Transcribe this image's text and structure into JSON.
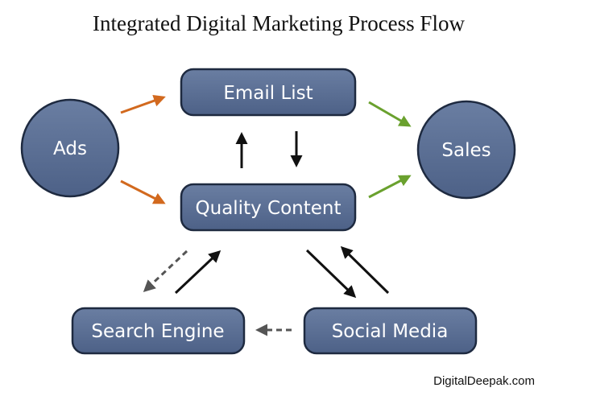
{
  "title": "Integrated Digital Marketing Process Flow",
  "credit": "DigitalDeepak.com",
  "colors": {
    "node_fill": "#566a8e",
    "node_stroke": "#1e2a40",
    "arrow_orange": "#d2691e",
    "arrow_green": "#6aa12e",
    "arrow_black": "#111111",
    "arrow_dashed": "#555555"
  },
  "nodes": {
    "ads": "Ads",
    "email_list": "Email List",
    "quality_content": "Quality Content",
    "sales": "Sales",
    "search_engine": "Search Engine",
    "social_media": "Social Media"
  }
}
